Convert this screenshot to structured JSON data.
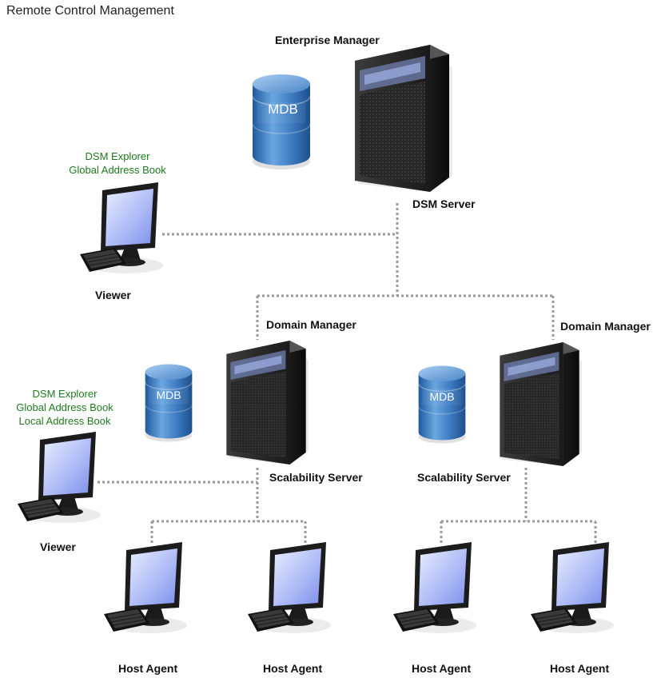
{
  "title": "Remote Control Management",
  "enterprise": {
    "role_label": "Enterprise Manager",
    "server_label": "DSM Server",
    "db_label": "MDB"
  },
  "viewer_top": {
    "label": "Viewer",
    "apps": [
      "DSM Explorer",
      "Global Address Book"
    ]
  },
  "domain_left": {
    "role_label": "Domain Manager",
    "server_label": "Scalability Server",
    "db_label": "MDB"
  },
  "domain_right": {
    "role_label": "Domain Manager",
    "server_label": "Scalability Server",
    "db_label": "MDB"
  },
  "viewer_left": {
    "label": "Viewer",
    "apps": [
      "DSM Explorer",
      "Global Address Book",
      "Local Address Book"
    ]
  },
  "host_agents": [
    "Host Agent",
    "Host Agent",
    "Host Agent",
    "Host Agent"
  ],
  "colors": {
    "connector": "#9a9a9a",
    "app_text": "#1e7a1e",
    "db_blue": "#3f7fc4",
    "server_dark": "#2a2a2a"
  }
}
